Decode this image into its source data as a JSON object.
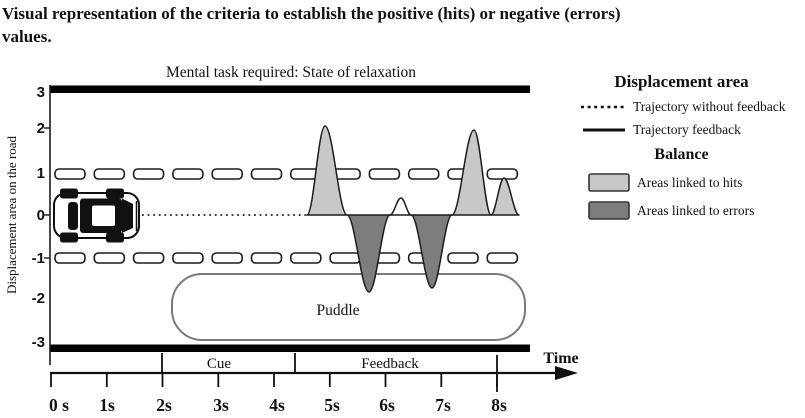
{
  "figure_caption": "Visual representation of the criteria to establish the positive (hits) or negative (errors)\nvalues.",
  "chart": {
    "title": "Mental task required: State of relaxation",
    "y_axis": {
      "title": "Displacement area on the road",
      "tick_labels": [
        "3",
        "2",
        "1",
        "0",
        "-1",
        "-2",
        "-3"
      ]
    },
    "x_axis": {
      "tick_labels": [
        "0 s",
        "1s",
        "2s",
        "3s",
        "4s",
        "5s",
        "6s",
        "7s",
        "8s"
      ],
      "arrow_label": "Time"
    },
    "phase_labels": {
      "cue": "Cue",
      "feedback": "Feedback"
    },
    "puddle_label": "Puddle"
  },
  "legend": {
    "heading_displacement": "Displacement area",
    "line_items": [
      {
        "style": "dashed",
        "label": "Trajectory without feedback"
      },
      {
        "style": "solid",
        "label": "Trajectory feedback"
      }
    ],
    "heading_balance": "Balance",
    "area_items": [
      {
        "color": "#c8c8c8",
        "label": "Areas linked to hits"
      },
      {
        "color": "#7d7d7d",
        "label": "Areas linked to errors"
      }
    ]
  },
  "colors": {
    "hits_fill": "#c8c8c8",
    "errors_fill": "#7d7d7d",
    "neutral_fill": "#ffffff",
    "road_edge": "#000000",
    "puddle_stroke": "#7a7a7a"
  },
  "chart_data": {
    "type": "line",
    "title": "Mental task required: State of relaxation",
    "xlabel": "Time",
    "ylabel": "Displacement area on the road",
    "xlim_s": [
      0,
      8
    ],
    "ylim": [
      -3,
      3
    ],
    "lane_boundaries": [
      1,
      -1
    ],
    "road_edges": [
      3,
      -3
    ],
    "phases": [
      {
        "label": "Cue",
        "from_s": 2,
        "to_s": 4.4
      },
      {
        "label": "Feedback",
        "from_s": 4.4,
        "to_s": 8
      }
    ],
    "series": [
      {
        "name": "Trajectory without feedback",
        "style": "dotted",
        "points_s": [
          [
            1.6,
            0
          ],
          [
            4.6,
            0
          ]
        ]
      },
      {
        "name": "Trajectory feedback",
        "style": "solid",
        "points_s": [
          [
            4.6,
            0
          ],
          [
            4.9,
            2.15
          ],
          [
            5.3,
            0
          ],
          [
            5.7,
            -1.85
          ],
          [
            6.1,
            0
          ],
          [
            6.3,
            0.4
          ],
          [
            6.5,
            0
          ],
          [
            6.8,
            -1.75
          ],
          [
            7.2,
            0
          ],
          [
            7.6,
            2.0
          ],
          [
            7.9,
            0
          ],
          [
            8.1,
            0.9
          ],
          [
            8.4,
            0
          ]
        ]
      }
    ],
    "shaded_regions": [
      {
        "kind": "hit",
        "from_s": 4.6,
        "to_s": 5.3
      },
      {
        "kind": "error",
        "from_s": 5.3,
        "to_s": 6.1
      },
      {
        "kind": "error",
        "from_s": 6.5,
        "to_s": 7.2
      },
      {
        "kind": "hit",
        "from_s": 7.2,
        "to_s": 7.9
      },
      {
        "kind": "hit",
        "from_s": 7.9,
        "to_s": 8.4
      }
    ],
    "puddle_span_s": [
      2.2,
      8.5
    ]
  }
}
